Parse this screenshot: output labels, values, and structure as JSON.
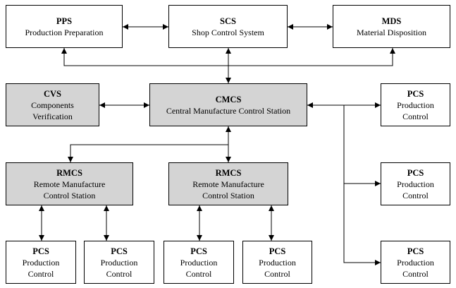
{
  "boxes": {
    "pps": {
      "code": "PPS",
      "lines": [
        "Production Preparation"
      ]
    },
    "scs": {
      "code": "SCS",
      "lines": [
        "Shop Control System"
      ]
    },
    "mds": {
      "code": "MDS",
      "lines": [
        "Material Disposition"
      ]
    },
    "cvs": {
      "code": "CVS",
      "lines": [
        "Components",
        "Verification"
      ]
    },
    "cmcs": {
      "code": "CMCS",
      "lines": [
        "Central Manufacture Control Station"
      ]
    },
    "rmcs1": {
      "code": "RMCS",
      "lines": [
        "Remote Manufacture",
        "Control Station"
      ]
    },
    "rmcs2": {
      "code": "RMCS",
      "lines": [
        "Remote Manufacture",
        "Control Station"
      ]
    },
    "pcs_r1": {
      "code": "PCS",
      "lines": [
        "Production",
        "Control"
      ]
    },
    "pcs_r2": {
      "code": "PCS",
      "lines": [
        "Production",
        "Control"
      ]
    },
    "pcs_r3": {
      "code": "PCS",
      "lines": [
        "Production",
        "Control"
      ]
    },
    "pcs_b1": {
      "code": "PCS",
      "lines": [
        "Production",
        "Control"
      ]
    },
    "pcs_b2": {
      "code": "PCS",
      "lines": [
        "Production",
        "Control"
      ]
    },
    "pcs_b3": {
      "code": "PCS",
      "lines": [
        "Production",
        "Control"
      ]
    },
    "pcs_b4": {
      "code": "PCS",
      "lines": [
        "Production",
        "Control"
      ]
    }
  },
  "colors": {
    "highlight_box": "#d4d4d4",
    "plain_box": "#ffffff",
    "line": "#000000"
  }
}
